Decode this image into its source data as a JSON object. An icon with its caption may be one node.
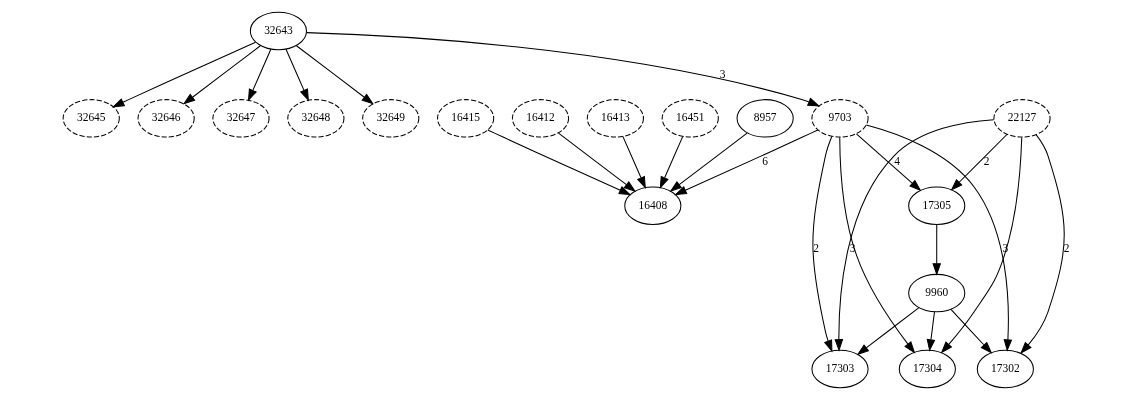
{
  "diagram": {
    "nodes": [
      {
        "text": [
          "32643"
        ]
      },
      {
        "text": [
          "32645"
        ]
      },
      {
        "text": [
          "32646"
        ]
      },
      {
        "text": [
          "32647"
        ]
      },
      {
        "text": [
          "32648"
        ]
      },
      {
        "text": [
          "32649"
        ]
      },
      {
        "text": [
          "8957"
        ]
      },
      {
        "text": [
          "16415"
        ]
      },
      {
        "text": [
          "16412"
        ]
      },
      {
        "text": [
          "16413"
        ]
      },
      {
        "text": [
          "16451"
        ]
      },
      {
        "text": [
          "9703"
        ]
      },
      {
        "text": [
          "22127"
        ]
      },
      {
        "text": [
          "16408"
        ]
      },
      {
        "text": [
          "17305"
        ]
      },
      {
        "text": [
          "9960"
        ]
      },
      {
        "text": [
          "17304"
        ]
      },
      {
        "text": [
          "17302"
        ]
      },
      {
        "text": [
          "17303"
        ]
      }
    ],
    "edges": [
      {
        "from": 0,
        "to": 1,
        "arrow": "to"
      },
      {
        "from": 0,
        "to": 2,
        "arrow": "to"
      },
      {
        "from": 0,
        "to": 3,
        "arrow": "to"
      },
      {
        "from": 0,
        "to": 4,
        "arrow": "to"
      },
      {
        "from": 0,
        "to": 5,
        "arrow": "to"
      },
      {
        "from": 0,
        "to": 11,
        "arrow": "to",
        "label": "3"
      },
      {
        "from": 6,
        "to": 13,
        "arrow": "to"
      },
      {
        "from": 7,
        "to": 13,
        "arrow": "to"
      },
      {
        "from": 8,
        "to": 13,
        "arrow": "to"
      },
      {
        "from": 9,
        "to": 13,
        "arrow": "to"
      },
      {
        "from": 10,
        "to": 13,
        "arrow": "to"
      },
      {
        "from": 11,
        "to": 13,
        "arrow": "to",
        "label": "6"
      },
      {
        "from": 11,
        "to": 14,
        "arrow": "to",
        "label": "4"
      },
      {
        "from": 11,
        "to": 16,
        "arrow": "to"
      },
      {
        "from": 11,
        "to": 17,
        "arrow": "to",
        "label": "3"
      },
      {
        "from": 11,
        "to": 18,
        "arrow": "to",
        "label": "2"
      },
      {
        "from": 12,
        "to": 14,
        "arrow": "to",
        "label": "2"
      },
      {
        "from": 12,
        "to": 16,
        "arrow": "to"
      },
      {
        "from": 12,
        "to": 17,
        "arrow": "to",
        "label": "2"
      },
      {
        "from": 12,
        "to": 18,
        "arrow": "to",
        "label": "3"
      },
      {
        "from": 14,
        "to": 15,
        "arrow": "to"
      },
      {
        "from": 15,
        "to": 16,
        "arrow": "to"
      },
      {
        "from": 15,
        "to": 17,
        "arrow": "to"
      },
      {
        "from": 15,
        "to": 18,
        "arrow": "to"
      }
    ]
  }
}
